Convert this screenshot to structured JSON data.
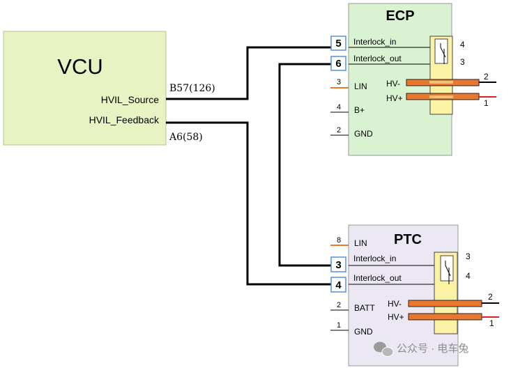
{
  "vcu": {
    "title": "VCU",
    "pin_source": "HVIL_Source",
    "pin_feedback": "HVIL_Feedback",
    "wire_source": "B57(126)",
    "wire_feedback": "A6(58)"
  },
  "ecp": {
    "title": "ECP",
    "pins": [
      {
        "num": "5",
        "label": "Interlock_in"
      },
      {
        "num": "6",
        "label": "Interlock_out"
      },
      {
        "num": "3",
        "label": "LIN"
      },
      {
        "num": "4",
        "label": "B+"
      },
      {
        "num": "2",
        "label": "GND"
      }
    ],
    "hv_minus": "HV-",
    "hv_plus": "HV+",
    "connector_pins": [
      "4",
      "3",
      "2",
      "1"
    ]
  },
  "ptc": {
    "title": "PTC",
    "pins": [
      {
        "num": "8",
        "label": "LIN"
      },
      {
        "num": "3",
        "label": "Interlock_in"
      },
      {
        "num": "4",
        "label": "Interlock_out"
      },
      {
        "num": "2",
        "label": "BATT"
      },
      {
        "num": "1",
        "label": "GND"
      }
    ],
    "hv_minus": "HV-",
    "hv_plus": "HV+",
    "connector_pins": [
      "3",
      "4",
      "2",
      "1"
    ]
  },
  "watermark": {
    "text": "公众号 · 电车兔",
    "icon": "wechat-icon"
  },
  "colors": {
    "box_green": "#d9f2d2",
    "vcu_fill": "#e8f3c4",
    "ptc_fill": "#ece8f3",
    "connector_yellow": "#fbf2a6",
    "hv_bar": "#e9782e",
    "hv_plus_wire": "#e02020",
    "pin_box_border": "#5b8fd4"
  }
}
